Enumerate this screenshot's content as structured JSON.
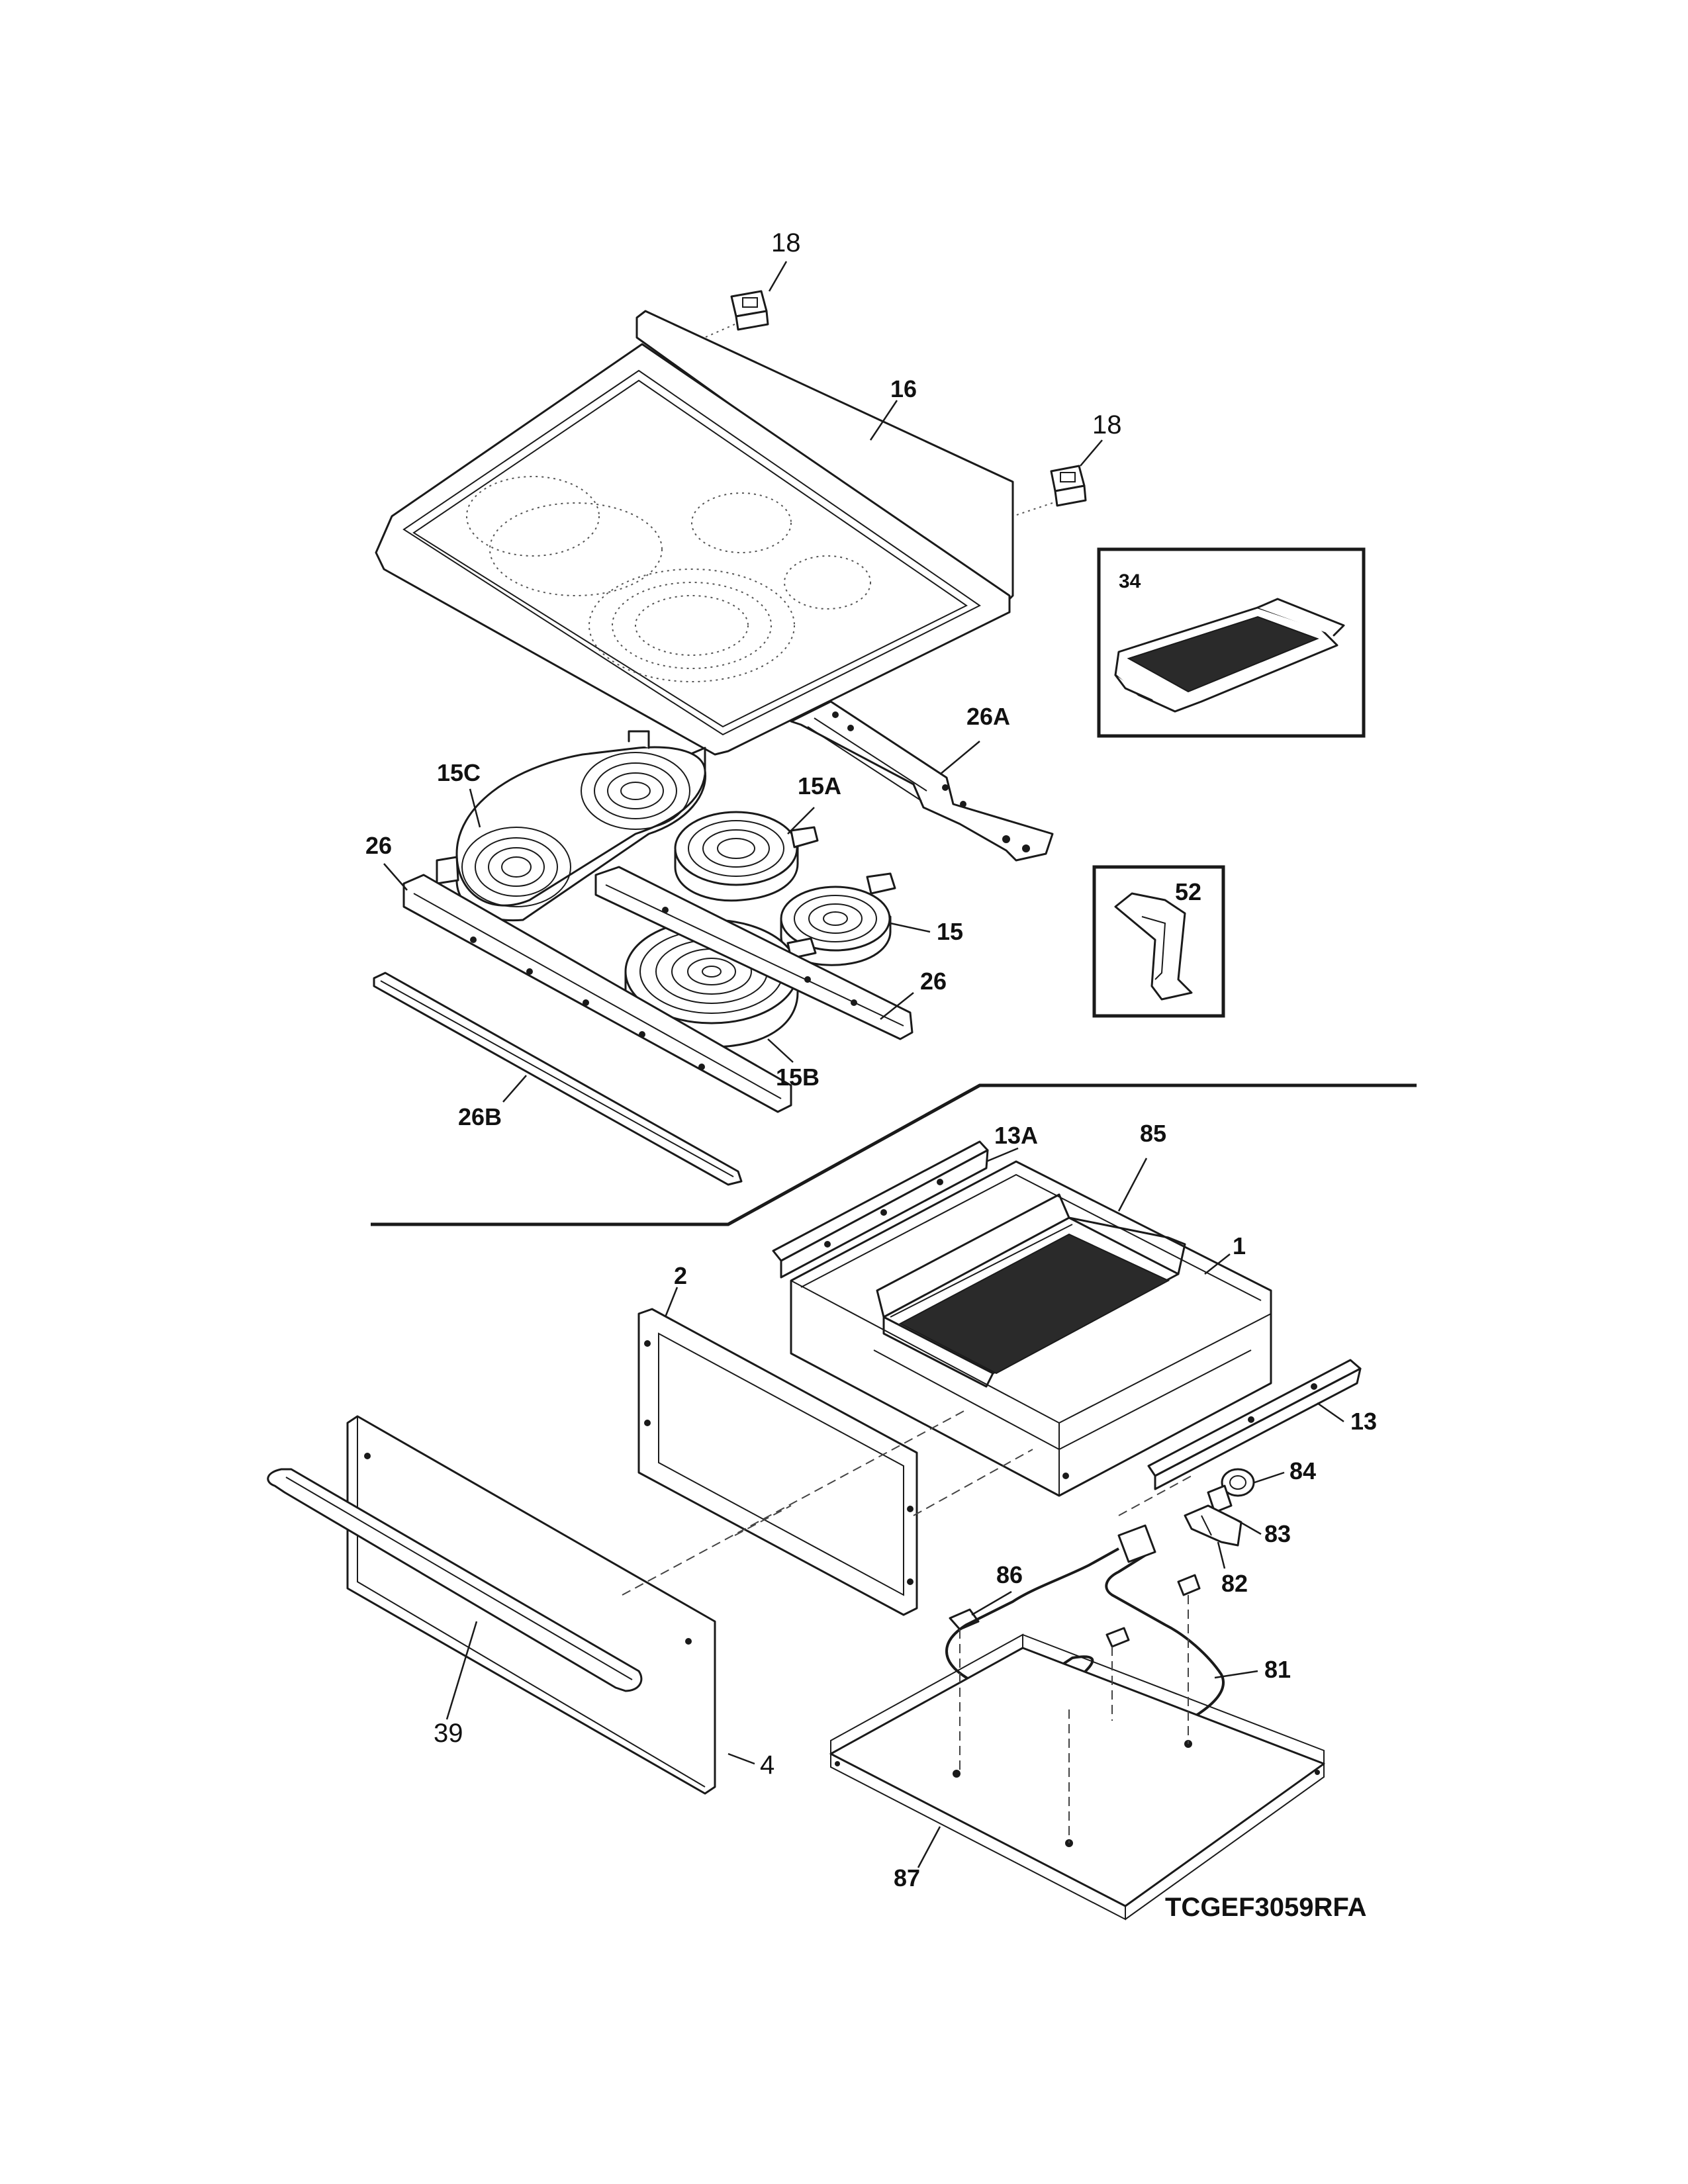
{
  "labels": {
    "p18a": "18",
    "p18b": "18",
    "p16": "16",
    "p34": "34",
    "p26A": "26A",
    "p15C": "15C",
    "p15A": "15A",
    "p26a": "26",
    "p15": "15",
    "p26b": "26",
    "p52": "52",
    "p15B": "15B",
    "p26B": "26B",
    "p13A": "13A",
    "p85": "85",
    "p1": "1",
    "p2": "2",
    "p13": "13",
    "p84": "84",
    "p83": "83",
    "p82": "82",
    "p86": "86",
    "p81": "81",
    "p39": "39",
    "p4": "4",
    "p87": "87"
  },
  "diagram_code": "TCGEF3059RFA"
}
